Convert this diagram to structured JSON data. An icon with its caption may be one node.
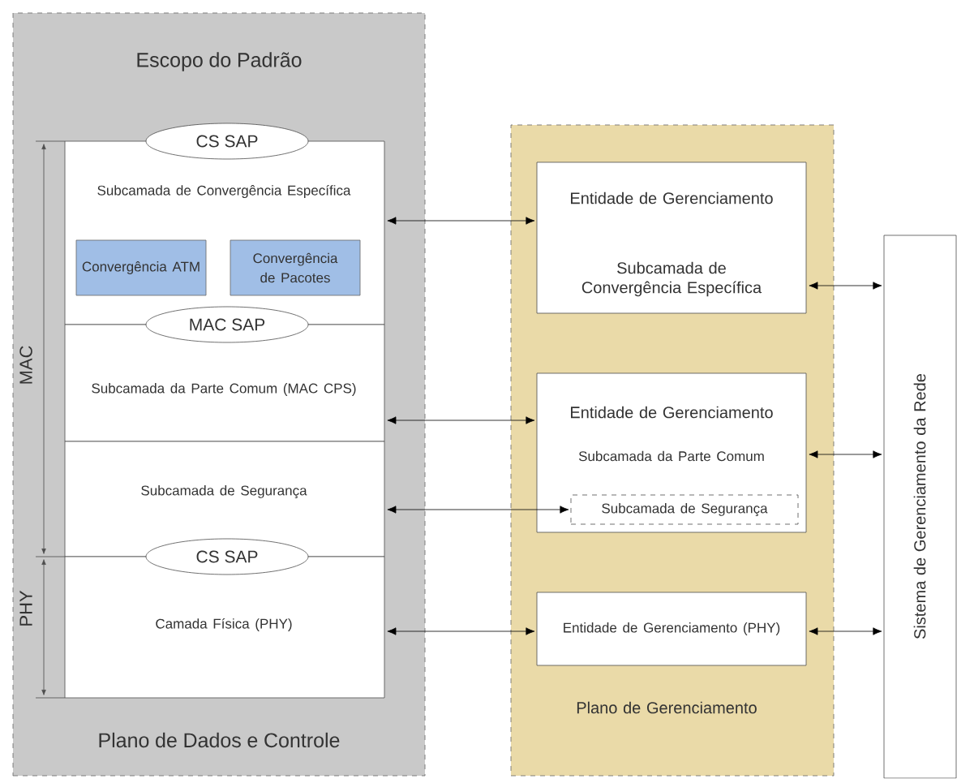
{
  "diagram": {
    "nodes": [
      {
        "text": [
          "Escopo do Padrão",
          "Plano de Dados e Controle"
        ]
      },
      {
        "text": [
          "CS SAP"
        ],
        "in": 0
      },
      {
        "text": [
          "Subcamada de Convergência Específica"
        ],
        "in": 0
      },
      {
        "text": [
          "Convergência ATM"
        ],
        "in": 2
      },
      {
        "text": [
          "Convergência de Pacotes"
        ],
        "in": 2
      },
      {
        "text": [
          "MAC SAP"
        ],
        "in": 0
      },
      {
        "text": [
          "Subcamada da Parte Comum (MAC CPS)"
        ],
        "in": 0
      },
      {
        "text": [
          "Subcamada de Segurança"
        ],
        "in": 0
      },
      {
        "text": [
          "CS SAP"
        ],
        "in": 0
      },
      {
        "text": [
          "Camada Física (PHY)"
        ],
        "in": 0
      },
      {
        "text": [
          "Plano de Gerenciamento"
        ]
      },
      {
        "text": [
          "Entidade de Gerenciamento",
          "Subcamada de Convergência Específica"
        ],
        "in": 10
      },
      {
        "text": [
          "Entidade de Gerenciamento",
          "Subcamada da Parte Comum"
        ],
        "in": 10
      },
      {
        "text": [
          "Subcamada de Segurança"
        ],
        "in": 12
      },
      {
        "text": [
          "Entidade de Gerenciamento (PHY)"
        ],
        "in": 10
      },
      {
        "text": [
          "Sistema de Gerenciamento da Rede"
        ]
      }
    ],
    "edges": [
      {
        "from": 2,
        "to": 11,
        "arrow": "both"
      },
      {
        "from": 6,
        "to": 12,
        "arrow": "both"
      },
      {
        "from": 7,
        "to": 13,
        "arrow": "both"
      },
      {
        "from": 9,
        "to": 14,
        "arrow": "both"
      },
      {
        "from": 11,
        "to": 15,
        "arrow": "both"
      },
      {
        "from": 12,
        "to": 15,
        "arrow": "both"
      },
      {
        "from": 14,
        "to": 15,
        "arrow": "both"
      }
    ],
    "labels": [
      "MAC",
      "PHY"
    ]
  }
}
